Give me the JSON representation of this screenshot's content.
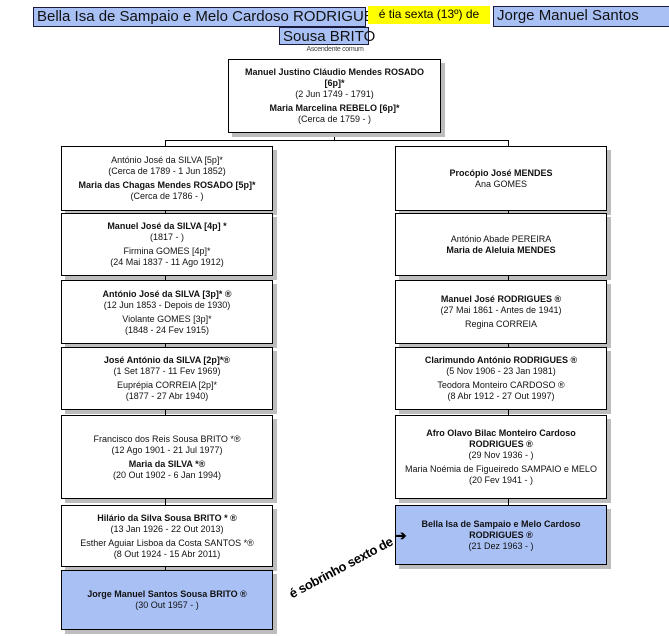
{
  "header": {
    "person_a": "Bella Isa de Sampaio e Melo Cardoso RODRIGUES",
    "relation": "é tia sexta (13º) de",
    "person_b_line1": "Jorge Manuel Santos",
    "person_b_line2": "Sousa BRITO",
    "highlight_color": "#a9c0f5",
    "relation_color": "#ffff00"
  },
  "common_ancestor": {
    "caption": "Ascendente comum",
    "lines": [
      {
        "text": "Manuel Justino Cláudio Mendes ROSADO [6p]*",
        "bold": true
      },
      {
        "text": "(2 Jun 1749 - 1791)",
        "bold": false
      },
      {
        "text": "Maria Marcelina REBELO [6p]*",
        "bold": true
      },
      {
        "text": "(Cerca de 1759 -            )",
        "bold": false
      }
    ]
  },
  "left_branch": [
    {
      "lines": [
        {
          "text": "António José da SILVA [5p]*",
          "bold": false
        },
        {
          "text": "(Cerca de 1789 - 1 Jun 1852)",
          "bold": false
        },
        {
          "text": "Maria das Chagas Mendes ROSADO [5p]*",
          "bold": true
        },
        {
          "text": "(Cerca de 1786 -            )",
          "bold": false
        }
      ]
    },
    {
      "lines": [
        {
          "text": "Manuel José da SILVA [4p] *",
          "bold": true
        },
        {
          "text": "(1817 -            )",
          "bold": false
        },
        {
          "text": "Firmina GOMES [4p]*",
          "bold": false
        },
        {
          "text": "(24 Mai 1837 - 11 Ago 1912)",
          "bold": false
        }
      ]
    },
    {
      "lines": [
        {
          "text": "António José da SILVA [3p]* ®",
          "bold": true
        },
        {
          "text": "(12 Jun 1853 - Depois de 1930)",
          "bold": false
        },
        {
          "text": "Violante GOMES [3p]*",
          "bold": false
        },
        {
          "text": "(1848 - 24 Fev 1915)",
          "bold": false
        }
      ]
    },
    {
      "lines": [
        {
          "text": "José António da SILVA [2p]*®",
          "bold": true
        },
        {
          "text": "(1 Set 1877 - 11 Fev 1969)",
          "bold": false
        },
        {
          "text": "Euprépia CORREIA [2p]*",
          "bold": false
        },
        {
          "text": "(1877 - 27 Abr 1940)",
          "bold": false
        }
      ]
    },
    {
      "lines": [
        {
          "text": "Francisco dos Reis Sousa BRITO *®",
          "bold": false
        },
        {
          "text": "(12 Ago 1901 - 21 Jul 1977)",
          "bold": false
        },
        {
          "text": "Maria da SILVA *®",
          "bold": true
        },
        {
          "text": "(20 Out 1902 - 6 Jan 1994)",
          "bold": false
        }
      ]
    },
    {
      "lines": [
        {
          "text": "Hilário da Silva Sousa BRITO * ®",
          "bold": true
        },
        {
          "text": "(13 Jan 1926 - 22 Out 2013)",
          "bold": false
        },
        {
          "text": "Esther Aguiar Lisboa da Costa SANTOS *®",
          "bold": false
        },
        {
          "text": "(8 Out 1924 - 15 Abr 2011)",
          "bold": false
        }
      ]
    },
    {
      "highlight": true,
      "lines": [
        {
          "text": "Jorge Manuel Santos Sousa BRITO ®",
          "bold": true
        },
        {
          "text": "(30 Out 1957 -            )",
          "bold": false
        }
      ]
    }
  ],
  "right_branch": [
    {
      "lines": [
        {
          "text": "Procópio José MENDES",
          "bold": true
        },
        {
          "text": "Ana GOMES",
          "bold": false
        }
      ]
    },
    {
      "lines": [
        {
          "text": "António Abade PEREIRA",
          "bold": false
        },
        {
          "text": "Maria de Aleluia MENDES",
          "bold": true
        }
      ]
    },
    {
      "lines": [
        {
          "text": "Manuel José RODRIGUES ®",
          "bold": true
        },
        {
          "text": "(27 Mai 1861 - Antes de 1941)",
          "bold": false
        },
        {
          "text": "Regina CORREIA",
          "bold": false
        }
      ]
    },
    {
      "lines": [
        {
          "text": "Clarimundo António RODRIGUES ®",
          "bold": true
        },
        {
          "text": "(5 Nov 1906 - 23 Jan 1981)",
          "bold": false
        },
        {
          "text": "Teodora Monteiro CARDOSO ®",
          "bold": false
        },
        {
          "text": "(8 Abr 1912 - 27 Out 1997)",
          "bold": false
        }
      ]
    },
    {
      "lines": [
        {
          "text": "Afro Olavo Bilac Monteiro Cardoso RODRIGUES ®",
          "bold": true
        },
        {
          "text": "(29 Nov 1936 -            )",
          "bold": false
        },
        {
          "text": "Maria Noémia de Figueiredo SAMPAIO e MELO",
          "bold": false
        },
        {
          "text": "(20 Fev 1941 -            )",
          "bold": false
        }
      ]
    },
    {
      "highlight": true,
      "lines": [
        {
          "text": "Bella Isa de Sampaio e Melo Cardoso RODRIGUES ®",
          "bold": true
        },
        {
          "text": "(21 Dez 1963 -            )",
          "bold": false
        }
      ]
    }
  ],
  "reverse_relation": {
    "text": "é sobrinho sexto de",
    "arrow_icon": "➔"
  }
}
